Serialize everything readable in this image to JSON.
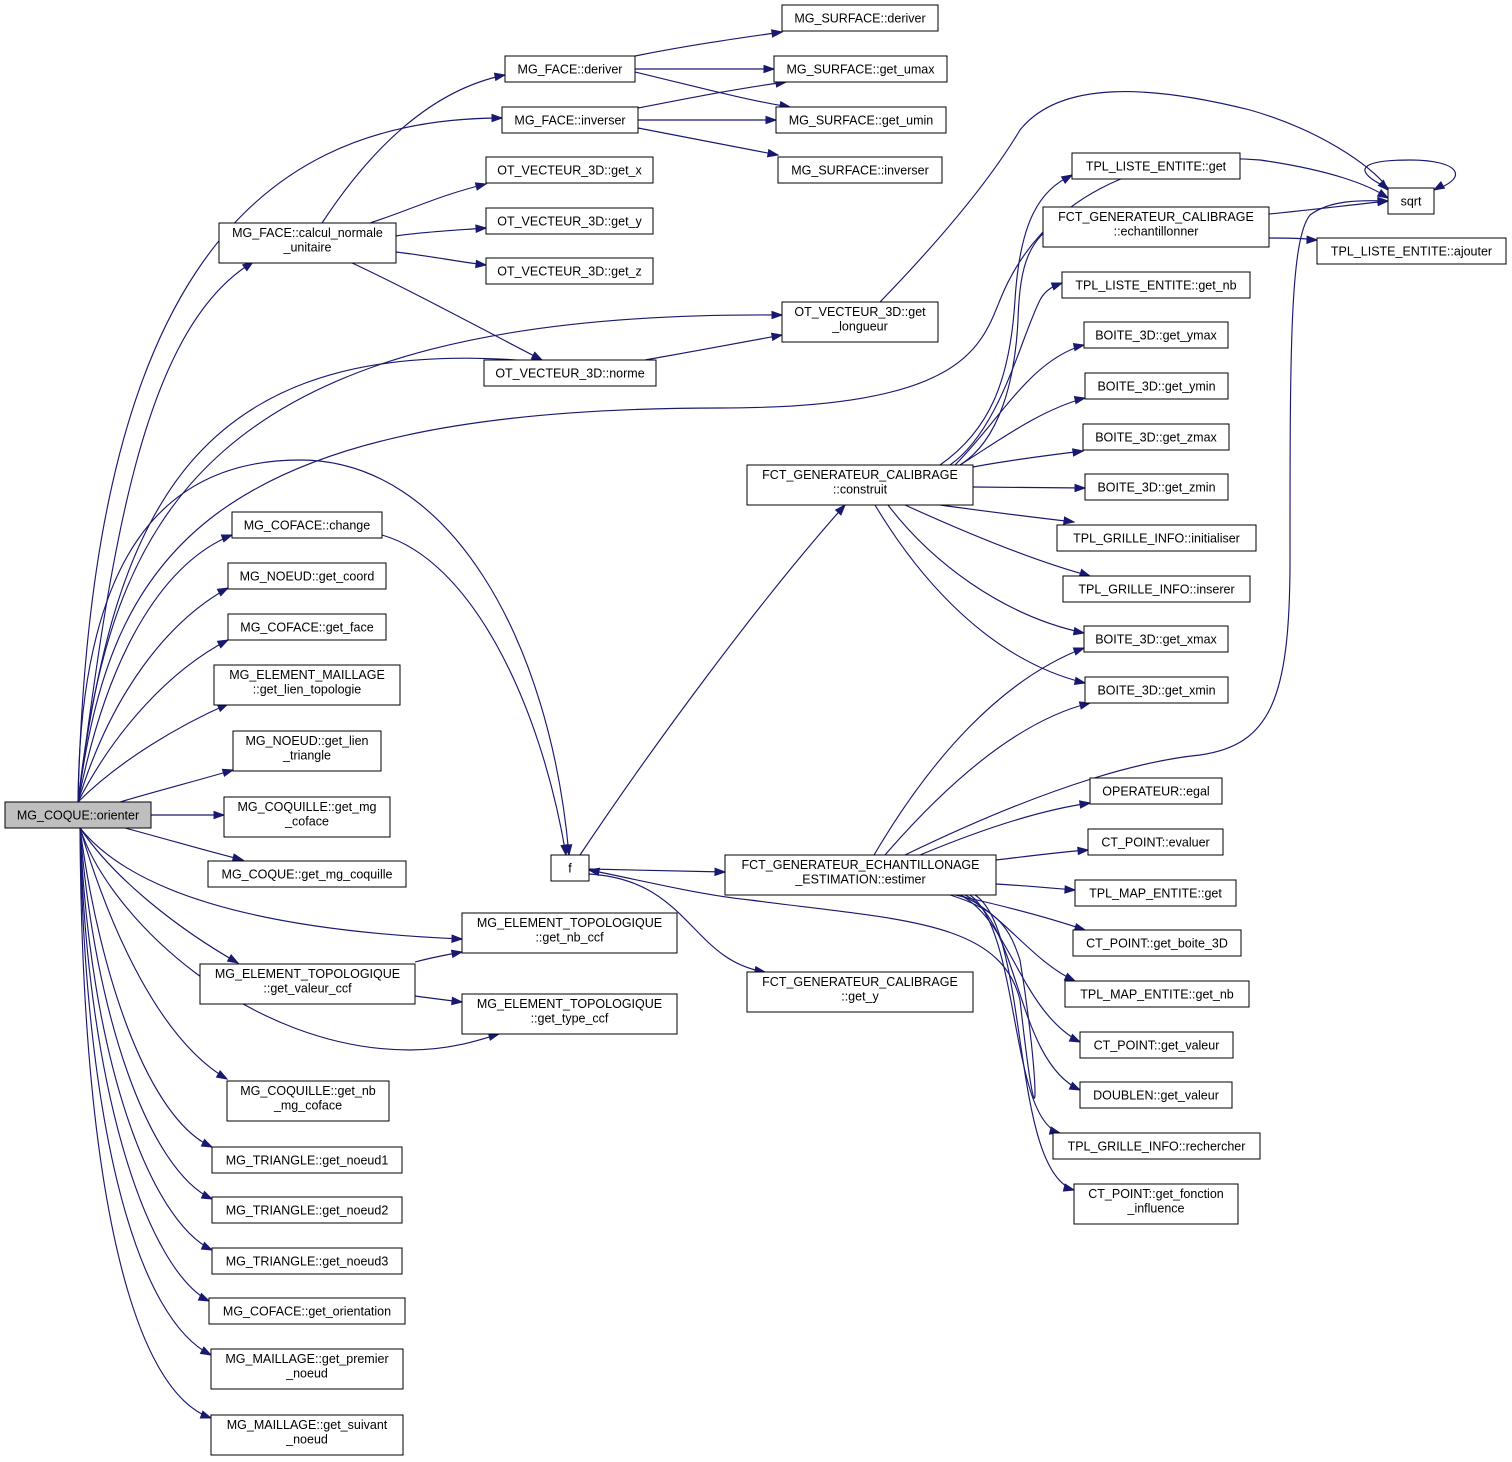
{
  "colors": {
    "edge": "#191970",
    "root_fill": "#bfbfbf",
    "node_fill": "#ffffff",
    "node_border": "#000000"
  },
  "nodes": [
    {
      "id": "orienter",
      "lines": [
        "MG_COQUE::orienter"
      ]
    },
    {
      "id": "face_deriver",
      "lines": [
        "MG_FACE::deriver"
      ]
    },
    {
      "id": "face_inverser",
      "lines": [
        "MG_FACE::inverser"
      ]
    },
    {
      "id": "calcul_normale",
      "lines": [
        "MG_FACE::calcul_normale",
        "_unitaire"
      ]
    },
    {
      "id": "vec_get_x",
      "lines": [
        "OT_VECTEUR_3D::get_x"
      ]
    },
    {
      "id": "vec_get_y",
      "lines": [
        "OT_VECTEUR_3D::get_y"
      ]
    },
    {
      "id": "vec_get_z",
      "lines": [
        "OT_VECTEUR_3D::get_z"
      ]
    },
    {
      "id": "vec_norme",
      "lines": [
        "OT_VECTEUR_3D::norme"
      ]
    },
    {
      "id": "vec_longueur",
      "lines": [
        "OT_VECTEUR_3D::get",
        "_longueur"
      ]
    },
    {
      "id": "surf_deriver",
      "lines": [
        "MG_SURFACE::deriver"
      ]
    },
    {
      "id": "surf_umax",
      "lines": [
        "MG_SURFACE::get_umax"
      ]
    },
    {
      "id": "surf_umin",
      "lines": [
        "MG_SURFACE::get_umin"
      ]
    },
    {
      "id": "surf_inverser",
      "lines": [
        "MG_SURFACE::inverser"
      ]
    },
    {
      "id": "coface_change",
      "lines": [
        "MG_COFACE::change"
      ]
    },
    {
      "id": "noeud_coord",
      "lines": [
        "MG_NOEUD::get_coord"
      ]
    },
    {
      "id": "coface_face",
      "lines": [
        "MG_COFACE::get_face"
      ]
    },
    {
      "id": "elem_lien",
      "lines": [
        "MG_ELEMENT_MAILLAGE",
        "::get_lien_topologie"
      ]
    },
    {
      "id": "noeud_lien_tri",
      "lines": [
        "MG_NOEUD::get_lien",
        "_triangle"
      ]
    },
    {
      "id": "coquille_mg_coface",
      "lines": [
        "MG_COQUILLE::get_mg",
        "_coface"
      ]
    },
    {
      "id": "coque_coquille",
      "lines": [
        "MG_COQUE::get_mg_coquille"
      ]
    },
    {
      "id": "topo_nb_ccf",
      "lines": [
        "MG_ELEMENT_TOPOLOGIQUE",
        "::get_nb_ccf"
      ]
    },
    {
      "id": "topo_valeur_ccf",
      "lines": [
        "MG_ELEMENT_TOPOLOGIQUE",
        "::get_valeur_ccf"
      ]
    },
    {
      "id": "topo_type_ccf",
      "lines": [
        "MG_ELEMENT_TOPOLOGIQUE",
        "::get_type_ccf"
      ]
    },
    {
      "id": "coquille_nb_coface",
      "lines": [
        "MG_COQUILLE::get_nb",
        "_mg_coface"
      ]
    },
    {
      "id": "tri_noeud1",
      "lines": [
        "MG_TRIANGLE::get_noeud1"
      ]
    },
    {
      "id": "tri_noeud2",
      "lines": [
        "MG_TRIANGLE::get_noeud2"
      ]
    },
    {
      "id": "tri_noeud3",
      "lines": [
        "MG_TRIANGLE::get_noeud3"
      ]
    },
    {
      "id": "coface_orientation",
      "lines": [
        "MG_COFACE::get_orientation"
      ]
    },
    {
      "id": "maillage_premier",
      "lines": [
        "MG_MAILLAGE::get_premier",
        "_noeud"
      ]
    },
    {
      "id": "maillage_suivant",
      "lines": [
        "MG_MAILLAGE::get_suivant",
        "_noeud"
      ]
    },
    {
      "id": "f",
      "lines": [
        "f"
      ]
    },
    {
      "id": "cal_construit",
      "lines": [
        "FCT_GENERATEUR_CALIBRAGE",
        "::construit"
      ]
    },
    {
      "id": "ech_estimer",
      "lines": [
        "FCT_GENERATEUR_ECHANTILLONAGE",
        "_ESTIMATION::estimer"
      ]
    },
    {
      "id": "cal_get_y",
      "lines": [
        "FCT_GENERATEUR_CALIBRAGE",
        "::get_y"
      ]
    },
    {
      "id": "tpl_liste_get",
      "lines": [
        "TPL_LISTE_ENTITE::get"
      ]
    },
    {
      "id": "cal_echantillonner",
      "lines": [
        "FCT_GENERATEUR_CALIBRAGE",
        "::echantillonner"
      ]
    },
    {
      "id": "tpl_liste_get_nb",
      "lines": [
        "TPL_LISTE_ENTITE::get_nb"
      ]
    },
    {
      "id": "boite_ymax",
      "lines": [
        "BOITE_3D::get_ymax"
      ]
    },
    {
      "id": "boite_ymin",
      "lines": [
        "BOITE_3D::get_ymin"
      ]
    },
    {
      "id": "boite_zmax",
      "lines": [
        "BOITE_3D::get_zmax"
      ]
    },
    {
      "id": "boite_zmin",
      "lines": [
        "BOITE_3D::get_zmin"
      ]
    },
    {
      "id": "grille_initialiser",
      "lines": [
        "TPL_GRILLE_INFO::initialiser"
      ]
    },
    {
      "id": "grille_inserer",
      "lines": [
        "TPL_GRILLE_INFO::inserer"
      ]
    },
    {
      "id": "boite_xmax",
      "lines": [
        "BOITE_3D::get_xmax"
      ]
    },
    {
      "id": "boite_xmin",
      "lines": [
        "BOITE_3D::get_xmin"
      ]
    },
    {
      "id": "sqrt",
      "lines": [
        "sqrt"
      ]
    },
    {
      "id": "tpl_liste_ajouter",
      "lines": [
        "TPL_LISTE_ENTITE::ajouter"
      ]
    },
    {
      "id": "op_egal",
      "lines": [
        "OPERATEUR::egal"
      ]
    },
    {
      "id": "ct_evaluer",
      "lines": [
        "CT_POINT::evaluer"
      ]
    },
    {
      "id": "tpl_map_get",
      "lines": [
        "TPL_MAP_ENTITE::get"
      ]
    },
    {
      "id": "ct_boite",
      "lines": [
        "CT_POINT::get_boite_3D"
      ]
    },
    {
      "id": "tpl_map_get_nb",
      "lines": [
        "TPL_MAP_ENTITE::get_nb"
      ]
    },
    {
      "id": "ct_valeur",
      "lines": [
        "CT_POINT::get_valeur"
      ]
    },
    {
      "id": "doublen_valeur",
      "lines": [
        "DOUBLEN::get_valeur"
      ]
    },
    {
      "id": "grille_rechercher",
      "lines": [
        "TPL_GRILLE_INFO::rechercher"
      ]
    },
    {
      "id": "ct_fonction",
      "lines": [
        "CT_POINT::get_fonction",
        "_influence"
      ]
    }
  ]
}
